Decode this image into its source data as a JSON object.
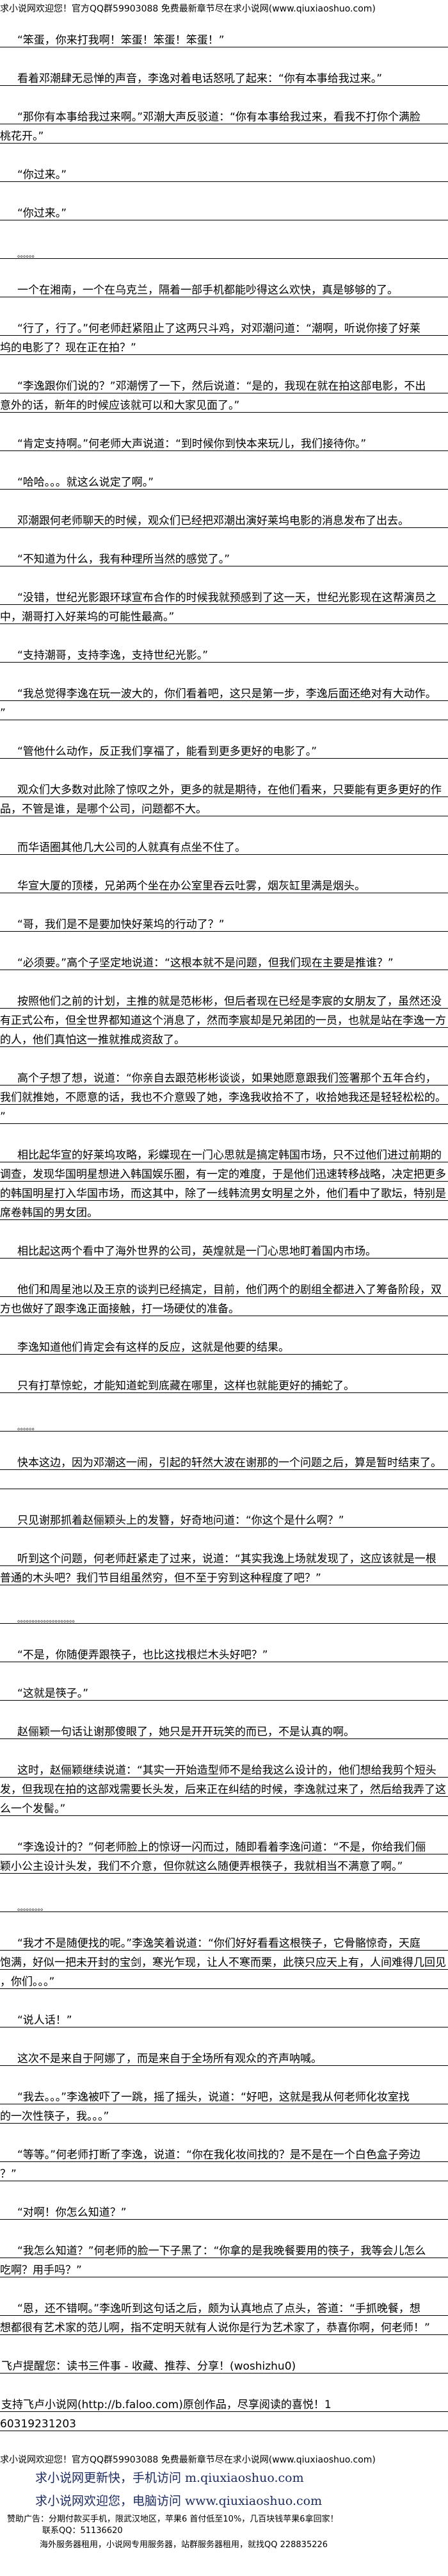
{
  "header": {
    "text": "求小说网欢迎您！官方QQ群59903088 免费最新章节尽在求小说网(www.qiuxiaoshuo.com)"
  },
  "paragraphs": [
    {
      "kind": "text",
      "lines": [
        "“笨蛋，你来打我啊！笨蛋！笨蛋！笨蛋！”"
      ]
    },
    {
      "kind": "text",
      "lines": [
        "看着邓潮肆无忌惮的声音，李逸对着电话怒吼了起来：“你有本事给我过来。”"
      ]
    },
    {
      "kind": "text",
      "lines": [
        "“那你有本事给我过来啊。”邓潮大声反驳道：“你有本事给我过来，看我不打你个满脸",
        "桃花开。”"
      ]
    },
    {
      "kind": "text",
      "lines": [
        "“你过来。”"
      ]
    },
    {
      "kind": "text",
      "lines": [
        "“你过来。”"
      ]
    },
    {
      "kind": "dots",
      "lines": [
        "。。。。。。"
      ]
    },
    {
      "kind": "text",
      "lines": [
        "一个在湘南，一个在乌克兰，隔着一部手机都能吵得这么欢快，真是够够的了。"
      ]
    },
    {
      "kind": "text",
      "lines": [
        "“行了，行了。”何老师赶紧阻止了这两只斗鸡，对邓潮问道：“潮啊，听说你接了好莱",
        "坞的电影了？现在正在拍？”"
      ]
    },
    {
      "kind": "text",
      "lines": [
        "“李逸跟你们说的？”邓潮愣了一下，然后说道：“是的，我现在就在拍这部电影，不出",
        "意外的话，新年的时候应该就可以和大家见面了。”"
      ]
    },
    {
      "kind": "text",
      "lines": [
        "“肯定支持啊。”何老师大声说道：“到时候你到快本来玩儿，我们接待你。”"
      ]
    },
    {
      "kind": "text",
      "lines": [
        "“哈哈。。。就这么说定了啊。”"
      ]
    },
    {
      "kind": "text",
      "lines": [
        "邓潮跟何老师聊天的时候，观众们已经把邓潮出演好莱坞电影的消息发布了出去。"
      ]
    },
    {
      "kind": "text",
      "lines": [
        "“不知道为什么，我有种理所当然的感觉了。”"
      ]
    },
    {
      "kind": "text",
      "lines": [
        "“没错，世纪光影跟环球宣布合作的时候我就预感到了这一天，世纪光影现在这帮演员之",
        "中，潮哥打入好莱坞的可能性最高。”"
      ]
    },
    {
      "kind": "text",
      "lines": [
        "“支持潮哥，支持李逸，支持世纪光影。”"
      ]
    },
    {
      "kind": "text",
      "lines": [
        "“我总觉得李逸在玩一波大的，你们看着吧，这只是第一步，李逸后面还绝对有大动作。",
        "”"
      ]
    },
    {
      "kind": "text",
      "lines": [
        "“管他什么动作，反正我们享福了，能看到更多更好的电影了。”"
      ]
    },
    {
      "kind": "text",
      "lines": [
        "观众们大多数对此除了惊叹之外，更多的就是期待，在他们看来，只要能有更多更好的作",
        "品，不管是谁，是哪个公司，问题都不大。"
      ]
    },
    {
      "kind": "text",
      "lines": [
        "而华语圈其他几大公司的人就真有点坐不住了。"
      ]
    },
    {
      "kind": "text",
      "lines": [
        "华宣大厦的顶楼，兄弟两个坐在办公室里吞云吐雾，烟灰缸里满是烟头。"
      ]
    },
    {
      "kind": "text",
      "lines": [
        "“哥，我们是不是要加快好莱坞的行动了？”"
      ]
    },
    {
      "kind": "text",
      "lines": [
        "“必须要。”高个子坚定地说道：“这根本就不是问题，但我们现在主要是推谁？”"
      ]
    },
    {
      "kind": "text",
      "lines": [
        "按照他们之前的计划，主推的就是范彬彬，但后者现在已经是李宸的女朋友了，虽然还没",
        "有正式公布，但全世界都知道这个消息了，然而李宸却是兄弟团的一员，也就是站在李逸一方",
        "的人，他们真怕这一推就推成资敌了。"
      ]
    },
    {
      "kind": "text",
      "lines": [
        "高个子想了想，说道：“你亲自去跟范彬彬谈谈，如果她愿意跟我们签署那个五年合约，",
        "我们就推她，不愿意的话，我也不介意毁了她，李逸我收拾不了，收拾她我还是轻轻松松的。",
        "”"
      ]
    },
    {
      "kind": "text",
      "lines": [
        "相比起华宣的好莱坞攻略，彩蝶现在一门心思就是搞定韩国市场，只不过他们进过前期的",
        "调查，发现华国明星想进入韩国娱乐圈，有一定的难度，于是他们迅速转移战略，决定把更多",
        "的韩国明星打入华国市场，而这其中，除了一线韩流男女明星之外，他们看中了歌坛，特别是",
        "席卷韩国的男女团。"
      ]
    },
    {
      "kind": "text",
      "lines": [
        "相比起这两个看中了海外世界的公司，英煌就是一门心思地盯着国内市场。"
      ]
    },
    {
      "kind": "text",
      "lines": [
        "他们和周星池以及王京的谈判已经搞定，目前，他们两个的剧组全都进入了筹备阶段，双",
        "方也做好了跟李逸正面接触，打一场硬仗的准备。"
      ]
    },
    {
      "kind": "text",
      "lines": [
        "李逸知道他们肯定会有这样的反应，这就是他要的结果。"
      ]
    },
    {
      "kind": "text",
      "lines": [
        "只有打草惊蛇，才能知道蛇到底藏在哪里，这样也就能更好的捕蛇了。"
      ]
    },
    {
      "kind": "dots",
      "lines": [
        "。。。。。。"
      ]
    },
    {
      "kind": "text",
      "lines": [
        "快本这边，因为邓潮这一闹，引起的轩然大波在谢那的一个问题之后，算是暂时结束了。",
        ""
      ]
    },
    {
      "kind": "text",
      "lines": [
        "只见谢那抓着赵俪颖头上的发簪，好奇地问道：“你这个是什么啊？”"
      ]
    },
    {
      "kind": "text",
      "lines": [
        "听到这个问题，何老师赶紧走了过来，说道：“其实我逸上场就发现了，这应该就是一根",
        "普通的木头吧？我们节目组虽然穷，但不至于穷到这种程度了吧？”"
      ]
    },
    {
      "kind": "dots",
      "lines": [
        "。。。。。。。。。。。。。。。。。。。。"
      ]
    },
    {
      "kind": "text",
      "lines": [
        "“不是，你随便弄跟筷子，也比这找根烂木头好吧？”"
      ]
    },
    {
      "kind": "text",
      "lines": [
        "“这就是筷子。”"
      ]
    },
    {
      "kind": "text",
      "lines": [
        "赵俪颖一句话让谢那傻眼了，她只是开开玩笑的而已，不是认真的啊。"
      ]
    },
    {
      "kind": "text",
      "lines": [
        "这时，赵俪颖继续说道：“其实一开始造型师不是给我这么设计的，他们想给我剪个短头",
        "发，但我现在拍的这部戏需要长头发，后来正在纠结的时候，李逸就过来了，然后给我弄了这",
        "么一个发髻。”"
      ]
    },
    {
      "kind": "text",
      "lines": [
        "“李逸设计的？”何老师脸上的惊讶一闪而过，随即看着李逸问道：“不是，你给我们俪",
        "颖小公主设计头发，我们不介意，但你就这么随便弄根筷子，我就相当不满意了啊。”"
      ]
    },
    {
      "kind": "dots",
      "lines": [
        "。。。。。。。。。"
      ]
    },
    {
      "kind": "text",
      "lines": [
        "“我才不是随便找的呢。”李逸笑着说道：“你们好好看看这根筷子，它骨骼惊奇，天庭",
        "饱满，好似一把未开封的宝剑，寒光乍现，让人不寒而栗，此筷只应天上有，人间难得几回见",
        "，你们。。。”"
      ]
    },
    {
      "kind": "text",
      "lines": [
        "“说人话！”"
      ]
    },
    {
      "kind": "text",
      "lines": [
        "这次不是来自于阿娜了，而是来自于全场所有观众的齐声呐喊。"
      ]
    },
    {
      "kind": "text",
      "lines": [
        "“我去。。。”李逸被吓了一跳，摇了摇头，说道：“好吧，这就是我从何老师化妆室找",
        "的一次性筷子，我。。。”"
      ]
    },
    {
      "kind": "text",
      "lines": [
        "“等等。”何老师打断了李逸，说道：“你在我化妆间找的？是不是在一个白色盒子旁边",
        "？”"
      ]
    },
    {
      "kind": "text",
      "lines": [
        "“对啊！你怎么知道？”"
      ]
    },
    {
      "kind": "text",
      "lines": [
        "“我怎么知道？”何老师的脸一下子黑了：“你拿的是我晚餐要用的筷子，我等会儿怎么",
        "吃啊？用手吗？”"
      ]
    },
    {
      "kind": "text",
      "lines": [
        "“恩，还不错啊。”李逸听到这句话之后，颇为认真地点了点头，答道：“手抓晚餐，想",
        "想都很有艺术家的范儿啊，指不定明天就有人说你是行为艺术家了，恭喜你啊，何老师！”"
      ]
    },
    {
      "kind": "promo",
      "lines": [
        "飞卢提醒您：读书三件事 - 收藏、推荐、分享！(woshizhu0)"
      ]
    },
    {
      "kind": "promo",
      "lines": [
        "支持飞卢小说网(http://b.faloo.com)原创作品，尽享阅读的喜悦！1",
        "60319231203"
      ]
    }
  ],
  "footer": {
    "header": "求小说网欢迎您！官方QQ群59903088 免费最新章节尽在求小说网(www.qiuxiaoshuo.com)",
    "mobile_line": "求小说网更新快，手机访问 m.qiuxiaoshuo.com",
    "pc_line": "求小说网欢迎您，电脑访问 www.qiuxiaoshuo.com",
    "ad_line": "赞助广告：分期付款买手机，限武汉地区，苹果6 首付低至10%，几百块钱苹果6拿回家！",
    "ad_contact": "联系QQ：51136620",
    "server_ad": "海外服务器租用，小说网专用服务器，站群服务器租用，就找QQ 228835226",
    "blue_color": "#1b2a5e"
  }
}
